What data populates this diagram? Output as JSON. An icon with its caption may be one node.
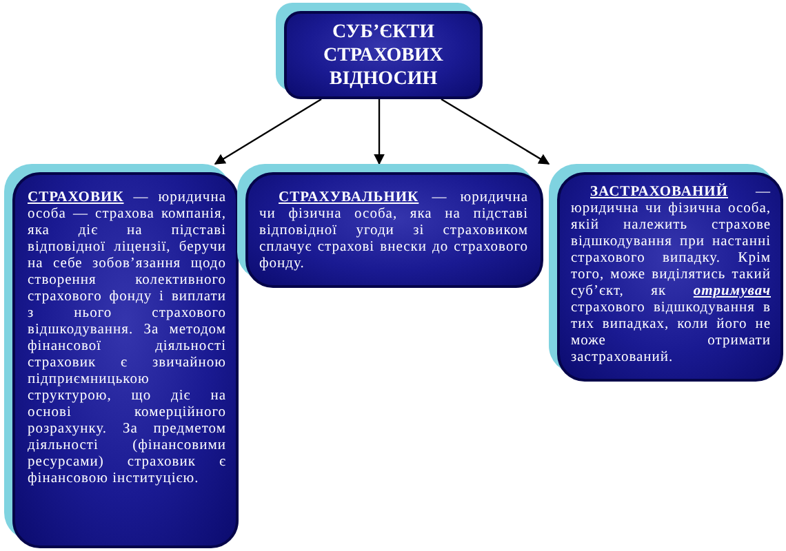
{
  "diagram": {
    "nodes": [
      {
        "text": [
          "СУБ’ЄКТИ СТРАХОВИХ ВІДНОСИН"
        ]
      },
      {
        "text": [
          "**СТРАХОВИК** — юридична особа — страхова компанія, яка діє на підставі відповідної ліцензії, беручи на себе зобов’язання щодо створення колективного страхового фонду і виплати з нього страхового відшкодування. За методом фінансової діяльності страховик є звичайною підприємницькою структурою, що діє на основі комерційного розрахунку. За предметом діяльності (фінансовими ресурсами) страховик є фінансовою інституцією."
        ]
      },
      {
        "text": [
          "**СТРАХУВАЛЬНИК** — юридична чи фізична особа, яка на підставі відповідної угоди зі страховиком сплачує страхові внески до страхового фонду."
        ]
      },
      {
        "text": [
          "**ЗАСТРАХОВАНИЙ** — юридична чи фізична особа, якій належить страхове відшкодування при настанні страхового випадку. Крім того, може виділятись такий суб’єкт, як **отримувач** страхового відшкодування в тих випадках, коли його не може отримати застрахований."
        ]
      }
    ],
    "edges": [
      {
        "from": 0,
        "to": 1,
        "arrow": "to"
      },
      {
        "from": 0,
        "to": 2,
        "arrow": "to"
      },
      {
        "from": 0,
        "to": 3,
        "arrow": "to"
      }
    ]
  }
}
